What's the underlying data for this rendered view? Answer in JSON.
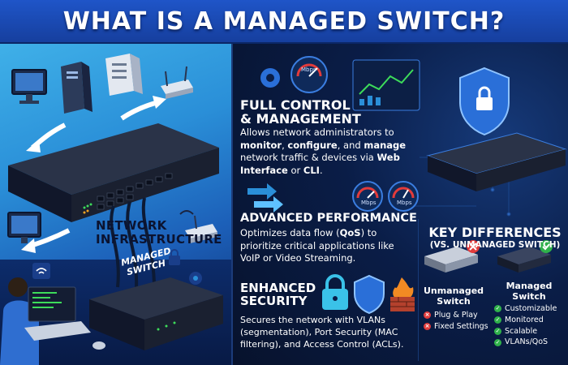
{
  "header": {
    "title": "WHAT IS A MANAGED SWITCH?"
  },
  "left": {
    "network_label_line1": "NETWORK",
    "network_label_line2": "INFRASTRUCTURE",
    "switch_label_line1": "MANAGED",
    "switch_label_line2": "SWITCH"
  },
  "sections": [
    {
      "title_line1": "FULL CONTROL",
      "title_line2": "& MANAGEMENT",
      "desc_a": "Allows network administrators to",
      "desc_b1": "monitor",
      "desc_b2": ", ",
      "desc_b3": "configure",
      "desc_b4": ", and ",
      "desc_b5": "manage",
      "desc_c1": "network traffic & devices via ",
      "desc_c2": "Web",
      "desc_d1": "Interface",
      "desc_d2": " or ",
      "desc_d3": "CLI",
      "desc_d4": "."
    },
    {
      "title": "ADVANCED PERFORMANCE",
      "desc_a1": "Optimizes data flow (",
      "desc_a2": "QoS",
      "desc_a3": ") to",
      "desc_b": "prioritize critical applications like",
      "desc_c": "VoIP or Video Streaming."
    },
    {
      "title_line1": "ENHANCED",
      "title_line2": "SECURITY",
      "desc_a": "Secures the network with VLANs",
      "desc_b": "(segmentation), Port Security (MAC",
      "desc_c": "filtering), and Access Control (ACLs)."
    }
  ],
  "gauge_label": "Mbps",
  "key_differences": {
    "title": "KEY DIFFERENCES",
    "subtitle": "(VS. UNMANAGED SWITCH)",
    "unmanaged": {
      "label_line1": "Unmanaged",
      "label_line2": "Switch",
      "features": [
        "Plug & Play",
        "Fixed Settings"
      ]
    },
    "managed": {
      "label_line1": "Managed",
      "label_line2": "Switch",
      "features": [
        "Customizable",
        "Monitored",
        "Scalable",
        "VLANs/QoS"
      ]
    }
  },
  "colors": {
    "accent_blue": "#2a8fd8",
    "banner": "#1f55c8",
    "bad": "#e23b3b",
    "good": "#2fb14a"
  }
}
